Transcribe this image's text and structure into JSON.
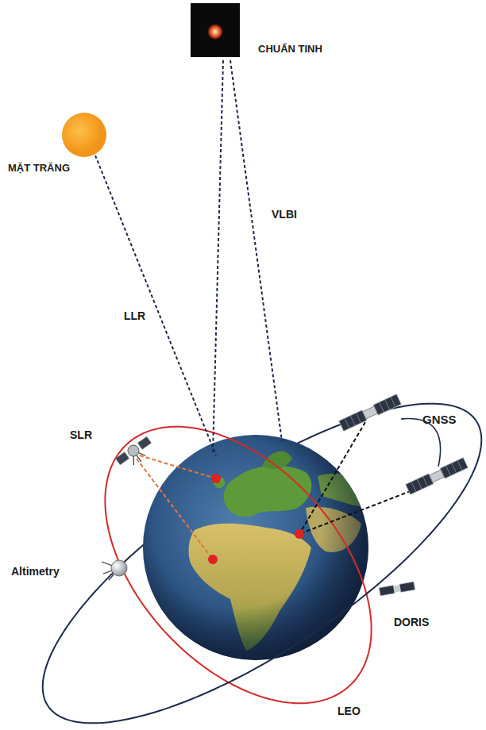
{
  "diagram": {
    "nodes": [
      {
        "text": [
          "CHUẨN TINH"
        ]
      },
      {
        "text": [
          "MẶT TRĂNG"
        ]
      }
    ],
    "labels": [
      "VLBI",
      "LLR",
      "GNSS",
      "SLR",
      "Altimetry",
      "DORIS",
      "LEO"
    ]
  }
}
